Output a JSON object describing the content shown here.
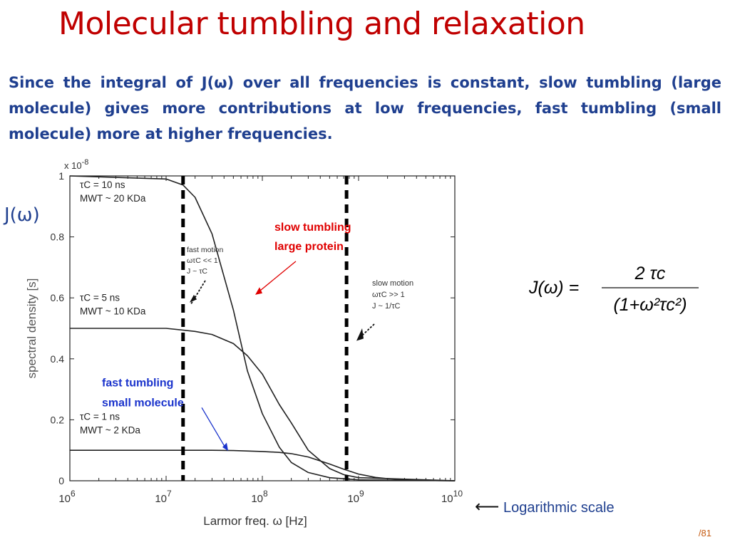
{
  "slide": {
    "title": "Molecular tumbling and relaxation",
    "intro": "Since the integral of J(ω) over all frequencies is constant, slow tumbling (large molecule) gives more contributions at low frequencies, fast tumbling (small molecule) more at higher frequencies.",
    "y_quantity": "J(ω)",
    "formula": {
      "lhs": "J(ω) =",
      "numerator": "2 τc",
      "denominator": "(1+ω²τc²)"
    },
    "log_note": "Logarithmic scale",
    "page": "/81"
  },
  "colors": {
    "title": "#c00000",
    "text_blue": "#1f3f8f",
    "red_annotation": "#e00000",
    "blue_annotation": "#1a33cc",
    "page_number": "#c55a11"
  },
  "annotations": {
    "slow": [
      "slow tumbling",
      "large protein"
    ],
    "fast": [
      "fast tumbling",
      "small molecule"
    ],
    "fast_motion": [
      "fast motion",
      "ωτC << 1",
      "J ~ τC"
    ],
    "slow_motion": [
      "slow motion",
      "ωτC >> 1",
      "J ~ 1/τC"
    ],
    "arrow_icon": "left-arrow-icon"
  },
  "chart_data": {
    "type": "line",
    "title": "",
    "xlabel": "Larmor freq. ω [Hz]",
    "ylabel": "spectral density [s]",
    "y_multiplier": "x 10^-8",
    "x_scale": "log",
    "xlim": [
      1000000,
      10000000000
    ],
    "ylim": [
      0,
      1
    ],
    "x_ticks": [
      {
        "value": 1000000,
        "label": "10^6"
      },
      {
        "value": 10000000,
        "label": "10^7"
      },
      {
        "value": 100000000,
        "label": "10^8"
      },
      {
        "value": 1000000000,
        "label": "10^9"
      },
      {
        "value": 10000000000,
        "label": "10^10"
      }
    ],
    "y_ticks": [
      0,
      0.2,
      0.4,
      0.6,
      0.8,
      1
    ],
    "vertical_lines": [
      15000000,
      750000000
    ],
    "series": [
      {
        "tau_c": "10 ns",
        "mwt": "20 KDa",
        "color": "#222222",
        "x": [
          1000000,
          10000000,
          15000000,
          20000000,
          30000000,
          50000000,
          70000000,
          100000000,
          150000000,
          200000000,
          300000000,
          500000000,
          1000000000,
          10000000000
        ],
        "y": [
          1.0,
          0.99,
          0.97,
          0.93,
          0.81,
          0.56,
          0.36,
          0.22,
          0.11,
          0.06,
          0.027,
          0.01,
          0.003,
          0.0
        ]
      },
      {
        "tau_c": "5 ns",
        "mwt": "10 KDa",
        "color": "#222222",
        "x": [
          1000000,
          10000000,
          20000000,
          30000000,
          50000000,
          70000000,
          100000000,
          150000000,
          200000000,
          300000000,
          500000000,
          700000000,
          1000000000,
          10000000000
        ],
        "y": [
          0.5,
          0.5,
          0.49,
          0.48,
          0.45,
          0.41,
          0.35,
          0.25,
          0.19,
          0.1,
          0.04,
          0.02,
          0.01,
          0.0
        ]
      },
      {
        "tau_c": "1 ns",
        "mwt": "2 KDa",
        "color": "#222222",
        "x": [
          1000000,
          10000000,
          30000000,
          50000000,
          100000000,
          150000000,
          200000000,
          300000000,
          500000000,
          700000000,
          1000000000,
          1500000000,
          2000000000,
          3000000000,
          5000000000,
          10000000000
        ],
        "y": [
          0.1,
          0.1,
          0.1,
          0.099,
          0.096,
          0.093,
          0.089,
          0.078,
          0.055,
          0.038,
          0.022,
          0.011,
          0.007,
          0.003,
          0.001,
          0.0
        ]
      }
    ],
    "curve_labels": [
      [
        "τC = 10 ns",
        "MWT ~ 20 KDa"
      ],
      [
        "τC = 5 ns",
        "MWT ~ 10 KDa"
      ],
      [
        "τC = 1 ns",
        "MWT ~ 2 KDa"
      ]
    ]
  }
}
